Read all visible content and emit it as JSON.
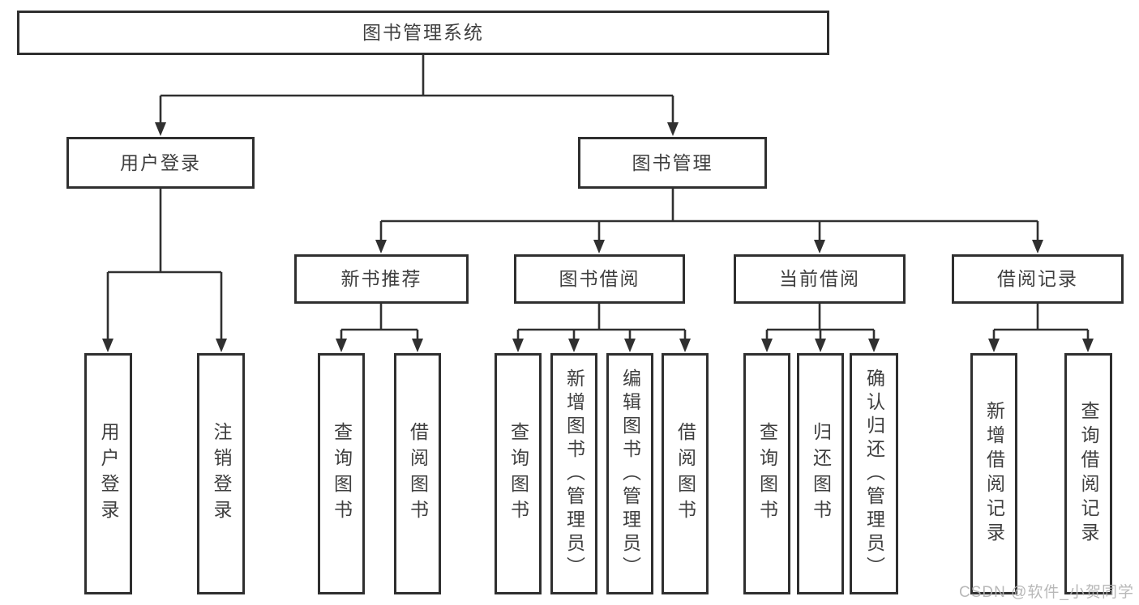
{
  "diagram": {
    "type": "tree",
    "tree": {
      "label": "图书管理系统",
      "children": [
        {
          "label": "用户登录",
          "children": [
            {
              "label": "用户登录"
            },
            {
              "label": "注销登录"
            }
          ]
        },
        {
          "label": "图书管理",
          "children": [
            {
              "label": "新书推荐",
              "children": [
                {
                  "label": "查询图书"
                },
                {
                  "label": "借阅图书"
                }
              ]
            },
            {
              "label": "图书借阅",
              "children": [
                {
                  "label": "查询图书"
                },
                {
                  "label": "新增图书（管理员）"
                },
                {
                  "label": "编辑图书（管理员）"
                },
                {
                  "label": "借阅图书"
                }
              ]
            },
            {
              "label": "当前借阅",
              "children": [
                {
                  "label": "查询图书"
                },
                {
                  "label": "归还图书"
                },
                {
                  "label": "确认归还（管理员）"
                }
              ]
            },
            {
              "label": "借阅记录",
              "children": [
                {
                  "label": "新增借阅记录"
                },
                {
                  "label": "查询借阅记录"
                }
              ]
            }
          ]
        }
      ]
    },
    "watermark": "CSDN @软件_小贺同学",
    "colors": {
      "line": "#303030",
      "box_border": "#2f2f2f",
      "text": "#3f3f3f",
      "box_background": "#ffffff",
      "page_background": "#ffffff",
      "watermark": "#b2b2b2"
    }
  }
}
